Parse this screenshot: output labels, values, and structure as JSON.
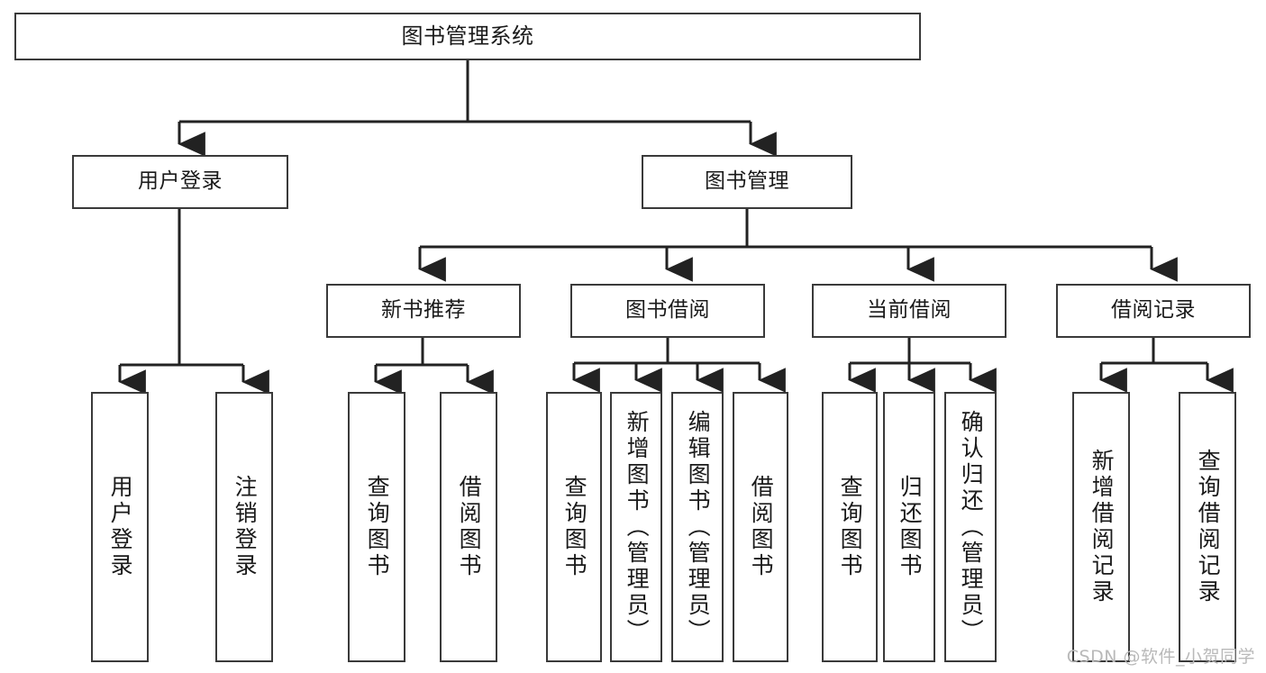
{
  "diagram": {
    "title": "图书管理系统",
    "type": "hierarchy-tree",
    "watermark": "CSDN @软件_小贺同学",
    "colors": {
      "background": "#ffffff",
      "box_border": "#3a3a3a",
      "box_fill": "#ffffff",
      "edge": "#222222",
      "text": "#1a1a1a",
      "watermark": "#b9b9b9"
    },
    "nodes": {
      "root": {
        "label": "图书管理系统"
      },
      "level2": [
        {
          "id": "user-login",
          "label": "用户登录"
        },
        {
          "id": "book-manage",
          "label": "图书管理"
        }
      ],
      "level3": [
        {
          "id": "new-book-recommend",
          "label": "新书推荐"
        },
        {
          "id": "book-borrow",
          "label": "图书借阅"
        },
        {
          "id": "current-borrow",
          "label": "当前借阅"
        },
        {
          "id": "borrow-record",
          "label": "借阅记录"
        }
      ],
      "leaves": {
        "user-login": [
          {
            "id": "leaf-user-login",
            "label": "用户登录"
          },
          {
            "id": "leaf-logout",
            "label": "注销登录"
          }
        ],
        "new-book-recommend": [
          {
            "id": "leaf-query-book-1",
            "label": "查询图书"
          },
          {
            "id": "leaf-borrow-book-1",
            "label": "借阅图书"
          }
        ],
        "book-borrow": [
          {
            "id": "leaf-query-book-2",
            "label": "查询图书"
          },
          {
            "id": "leaf-add-book",
            "label": "新增图书（管理员）"
          },
          {
            "id": "leaf-edit-book",
            "label": "编辑图书（管理员）"
          },
          {
            "id": "leaf-borrow-book-2",
            "label": "借阅图书"
          }
        ],
        "current-borrow": [
          {
            "id": "leaf-query-book-3",
            "label": "查询图书"
          },
          {
            "id": "leaf-return-book",
            "label": "归还图书"
          },
          {
            "id": "leaf-confirm-return",
            "label": "确认归还（管理员）"
          }
        ],
        "borrow-record": [
          {
            "id": "leaf-add-record",
            "label": "新增借阅记录"
          },
          {
            "id": "leaf-query-record",
            "label": "查询借阅记录"
          }
        ]
      }
    }
  }
}
